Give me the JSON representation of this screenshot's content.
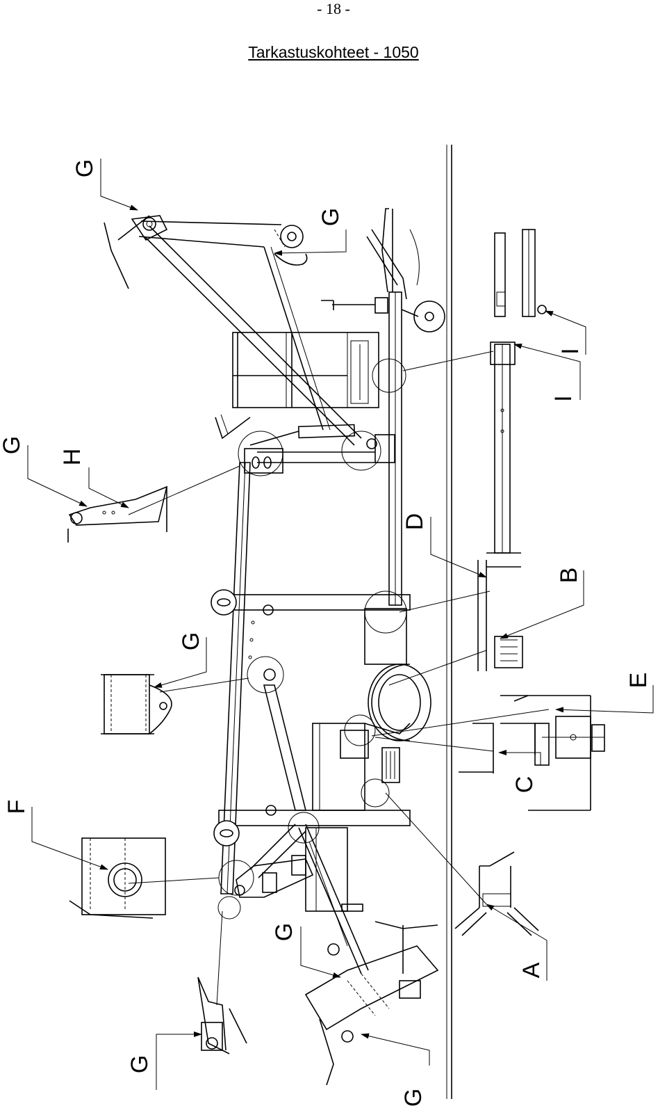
{
  "header": {
    "page_number": "- 18 -",
    "title": "Tarkastuskohteet  -  1050"
  },
  "callouts": {
    "A": "A",
    "B": "B",
    "C": "C",
    "D": "D",
    "E": "E",
    "F": "F",
    "G": "G",
    "H": "H",
    "I": "I"
  }
}
